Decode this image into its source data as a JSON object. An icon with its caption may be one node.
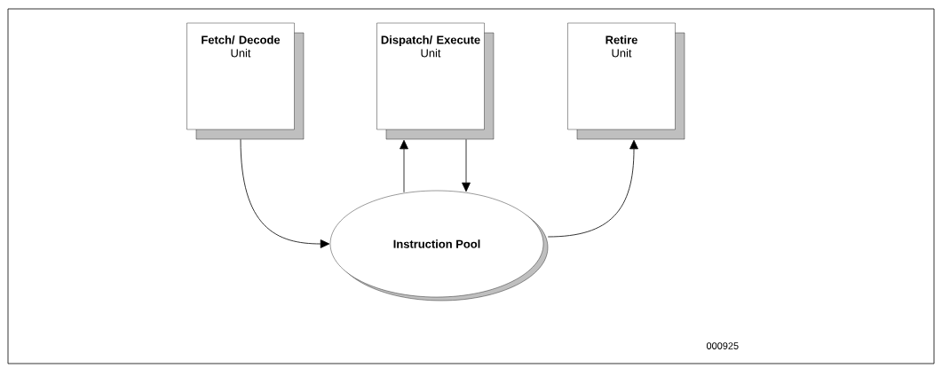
{
  "diagram": {
    "nodes": [
      {
        "text": [
          "Fetch/ Decode",
          "Unit"
        ]
      },
      {
        "text": [
          "Dispatch/ Execute",
          "Unit"
        ]
      },
      {
        "text": [
          "Retire",
          "Unit"
        ]
      },
      {
        "text": [
          "Instruction Pool"
        ]
      }
    ],
    "edges": [
      {
        "from": 0,
        "to": 3,
        "arrow": "to"
      },
      {
        "from": 3,
        "to": 1,
        "arrow": "to"
      },
      {
        "from": 1,
        "to": 3,
        "arrow": "to"
      },
      {
        "from": 3,
        "to": 2,
        "arrow": "to"
      }
    ],
    "labels": [
      "000925"
    ]
  }
}
